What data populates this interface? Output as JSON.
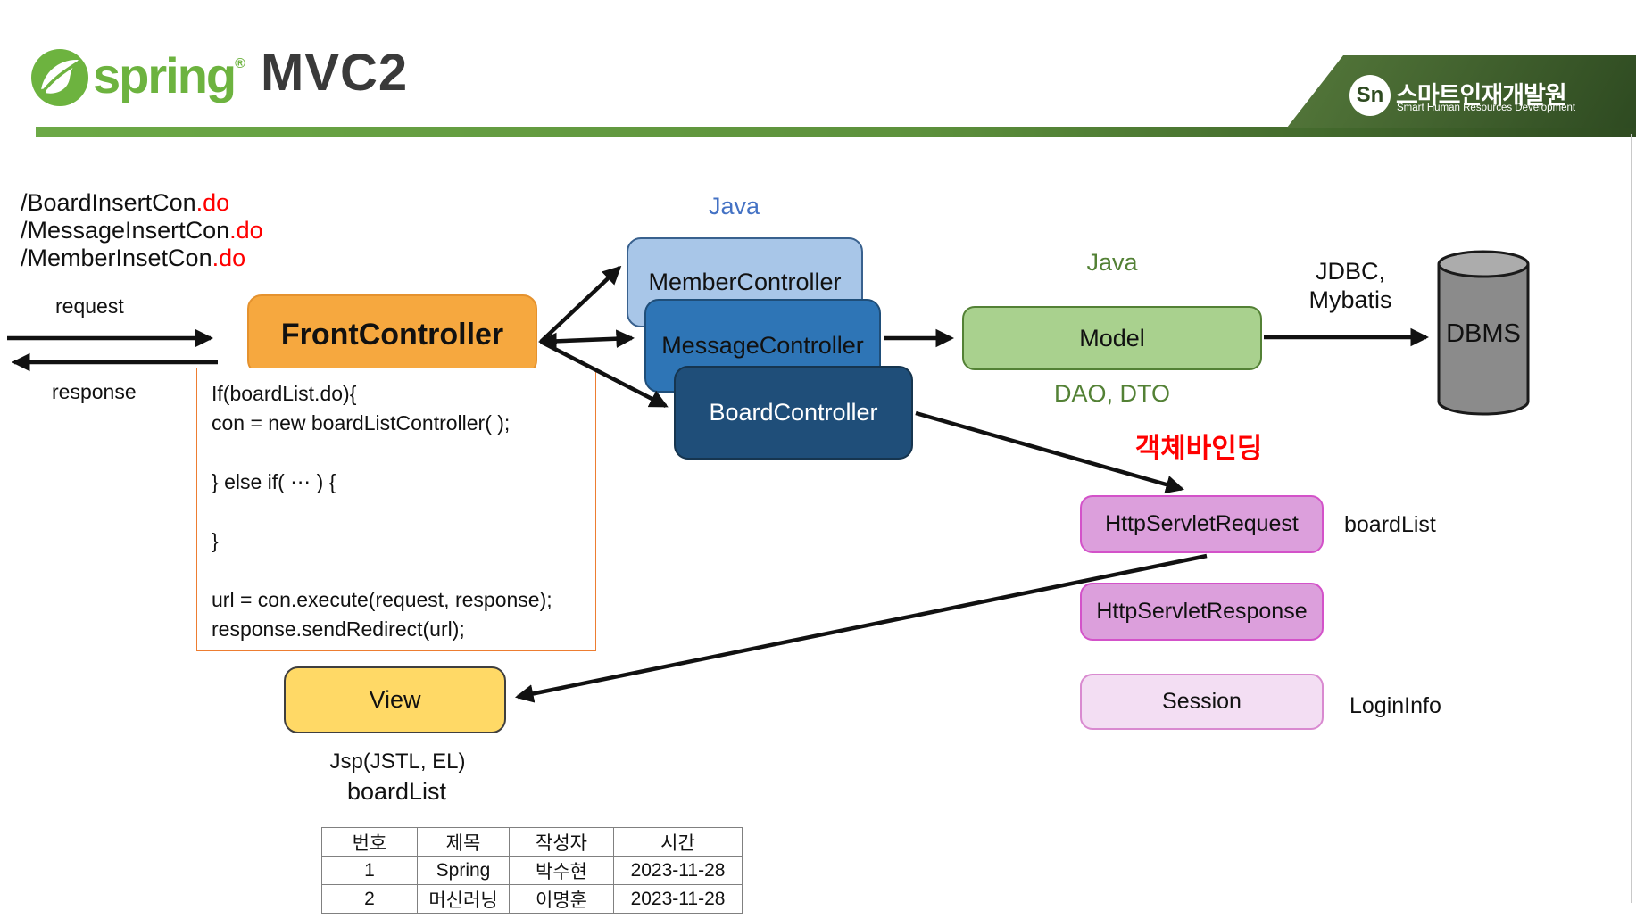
{
  "header": {
    "brand": "spring",
    "trademark": "®",
    "title": "MVC2",
    "org": {
      "monogram": "Sn",
      "name_ko": "스마트인재개발원",
      "name_en": "Smart Human Resources Development"
    }
  },
  "routes": [
    {
      "path": "/BoardInsertCon",
      "ext": ".do"
    },
    {
      "path": "/MessageInsertCon",
      "ext": ".do"
    },
    {
      "path": "/MemberInsetCon",
      "ext": ".do"
    }
  ],
  "flow": {
    "request": "request",
    "response": "response"
  },
  "front_controller": {
    "label": "FrontController"
  },
  "code_box": {
    "lines": [
      "If(boardList.do){",
      "con = new boardListController( );",
      "",
      "} else if( ⋯ ) {",
      "",
      "}",
      "",
      "url = con.execute(request, response);",
      "response.sendRedirect(url);"
    ]
  },
  "controllers": {
    "java_label": "Java",
    "items": [
      {
        "label": "MemberController"
      },
      {
        "label": "MessageController"
      },
      {
        "label": "BoardController"
      }
    ]
  },
  "model": {
    "java_label": "Java",
    "label": "Model",
    "dao_label": "DAO, DTO"
  },
  "db": {
    "label": "DBMS",
    "jdbc_line1": "JDBC,",
    "jdbc_line2": "Mybatis"
  },
  "binding_label": "객체바인딩",
  "servlet": {
    "request": {
      "label": "HttpServletRequest",
      "note": "boardList"
    },
    "response": {
      "label": "HttpServletResponse"
    },
    "session": {
      "label": "Session",
      "note": "LoginInfo"
    }
  },
  "view": {
    "label": "View",
    "tech": "Jsp(JSTL, EL)",
    "list_name": "boardList"
  },
  "board_table": {
    "headers": [
      "번호",
      "제목",
      "작성자",
      "시간"
    ],
    "rows": [
      [
        "1",
        "Spring",
        "박수현",
        "2023-11-28"
      ],
      [
        "2",
        "머신러닝",
        "이명훈",
        "2023-11-28"
      ]
    ]
  },
  "colors": {
    "spring_green": "#6DB33F",
    "accent_orange": "#F6A83F",
    "blue_light": "#A8C6E8",
    "blue_mid": "#2E75B6",
    "blue_dark": "#1F4E79",
    "model_green": "#A9D18E",
    "pink": "#DC9FDC",
    "pink_light": "#F3DEF3",
    "view_yellow": "#FFD966",
    "alert_red": "#FF0000"
  }
}
